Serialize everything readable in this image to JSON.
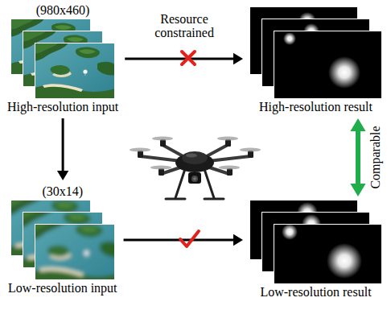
{
  "diagram": {
    "nodes": [
      {
        "text": [
          "(980x460)",
          "High-resolution input"
        ]
      },
      {
        "text": [
          "High-resolution result"
        ]
      },
      {
        "text": [
          "(30x14)",
          "Low-resolution input"
        ]
      },
      {
        "text": [
          "Low-resolution result"
        ]
      }
    ],
    "edges": [
      {
        "from": 0,
        "to": 1,
        "arrow": "to",
        "label": "Resource constrained"
      },
      {
        "from": 0,
        "to": 2,
        "arrow": "to"
      },
      {
        "from": 2,
        "to": 3,
        "arrow": "to"
      },
      {
        "from": 1,
        "to": 3,
        "arrow": "both",
        "label": "Comparable"
      }
    ]
  }
}
